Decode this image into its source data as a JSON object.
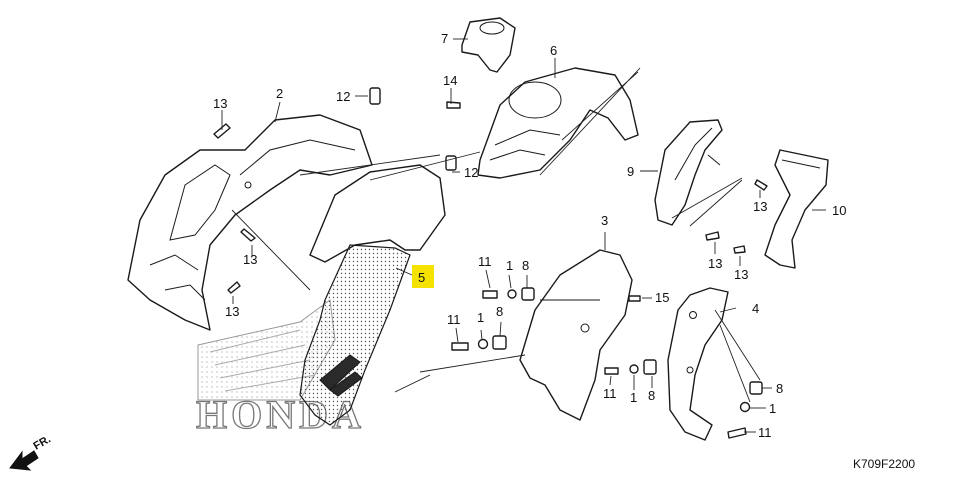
{
  "diagram_code": "K709F2200",
  "brand_watermark": "HONDA",
  "direction_label": "FR.",
  "highlight_color": "#f5e200",
  "callouts": {
    "c1": "1",
    "c2": "2",
    "c3": "3",
    "c4": "4",
    "c5": "5",
    "c6": "6",
    "c7": "7",
    "c8": "8",
    "c9": "9",
    "c10": "10",
    "c11": "11",
    "c12": "12",
    "c13": "13",
    "c14": "14",
    "c15": "15"
  }
}
